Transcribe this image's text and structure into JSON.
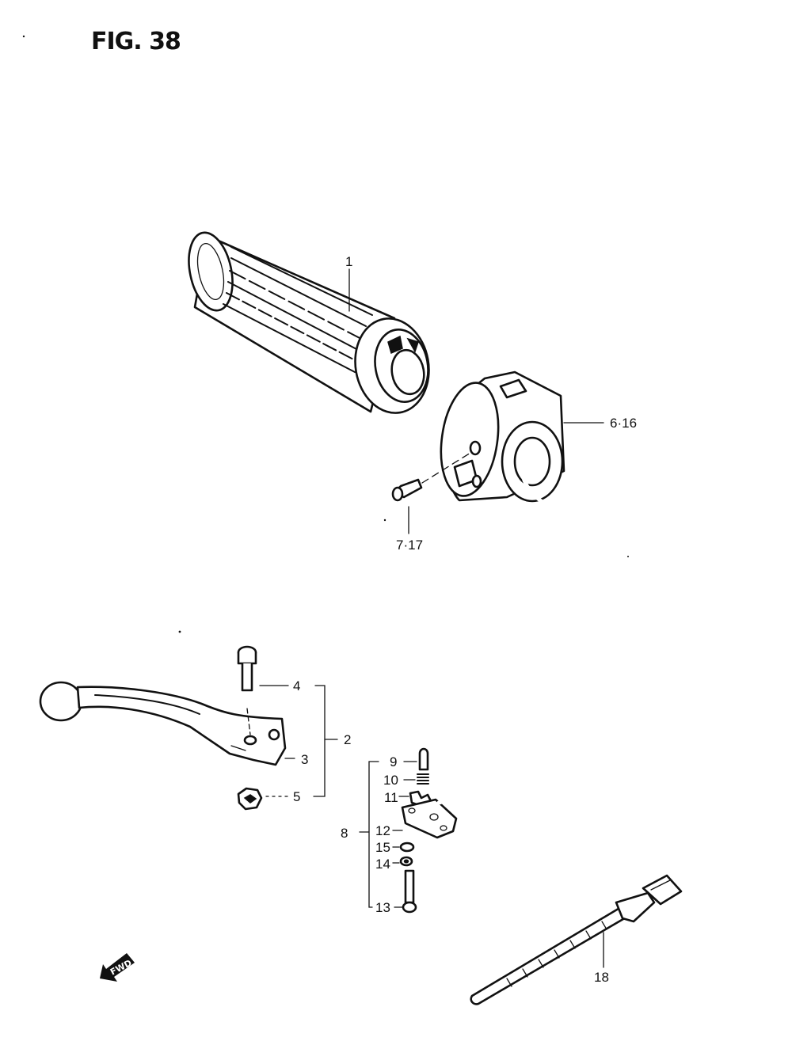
{
  "figure": {
    "title": "FIG. 38"
  },
  "callouts": {
    "grip": "1",
    "switch_box": "6·16",
    "screw": "7·17",
    "lever_assy": "2",
    "lever": "3",
    "bolt": "4",
    "nut": "5",
    "switch_assy": "8",
    "p9": "9",
    "p10": "10",
    "p11": "11",
    "p12": "12",
    "p13": "13",
    "p14": "14",
    "p15": "15",
    "cable_tie": "18"
  },
  "direction_badge": {
    "label": "FWD",
    "icon": "arrow-left-down-icon"
  },
  "colors": {
    "ink": "#111111",
    "paper": "#ffffff"
  }
}
